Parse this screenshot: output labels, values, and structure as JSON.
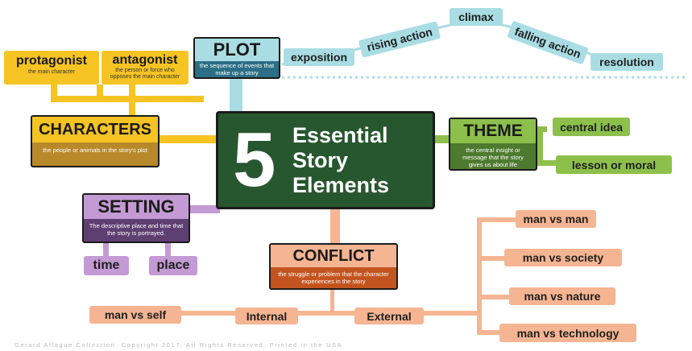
{
  "center": {
    "number": "5",
    "line1": "Essential",
    "line2": "Story",
    "line3": "Elements"
  },
  "plot": {
    "title": "PLOT",
    "desc": "the sequence of events that make up a story",
    "stages": [
      "exposition",
      "rising action",
      "climax",
      "falling action",
      "resolution"
    ]
  },
  "characters": {
    "title": "CHARACTERS",
    "desc": "the people or animals in the story's plot",
    "protagonist": {
      "label": "protagonist",
      "desc": "the main character"
    },
    "antagonist": {
      "label": "antagonist",
      "desc": "the person or force who opposes the main character"
    }
  },
  "theme": {
    "title": "THEME",
    "desc": "the central insight or message that the story gives us about life",
    "items": [
      "central idea",
      "lesson or moral"
    ]
  },
  "setting": {
    "title": "SETTING",
    "desc": "The descriptive place and time that the story is portrayed.",
    "items": [
      "time",
      "place"
    ]
  },
  "conflict": {
    "title": "CONFLICT",
    "desc": "the struggle or problem that the character experiences in the story",
    "internal": "Internal",
    "external": "External",
    "internal_items": [
      "man vs self"
    ],
    "external_items": [
      "man vs man",
      "man vs society",
      "man vs nature",
      "man vs technology"
    ]
  },
  "footer": "Gerard Aflague Collection. Copyright 2017. All Rights Reserved. Printed in the USA.",
  "colors": {
    "center": "#27572f",
    "plot": "#a9dde3",
    "plot_head": "#2b6f86",
    "characters": "#f5c423",
    "characters_head": "#b8892a",
    "theme": "#8cc04b",
    "theme_head": "#4d7a2e",
    "setting": "#c39ad3",
    "setting_head": "#5e3f72",
    "conflict": "#f5b592",
    "conflict_head": "#c4541f"
  }
}
